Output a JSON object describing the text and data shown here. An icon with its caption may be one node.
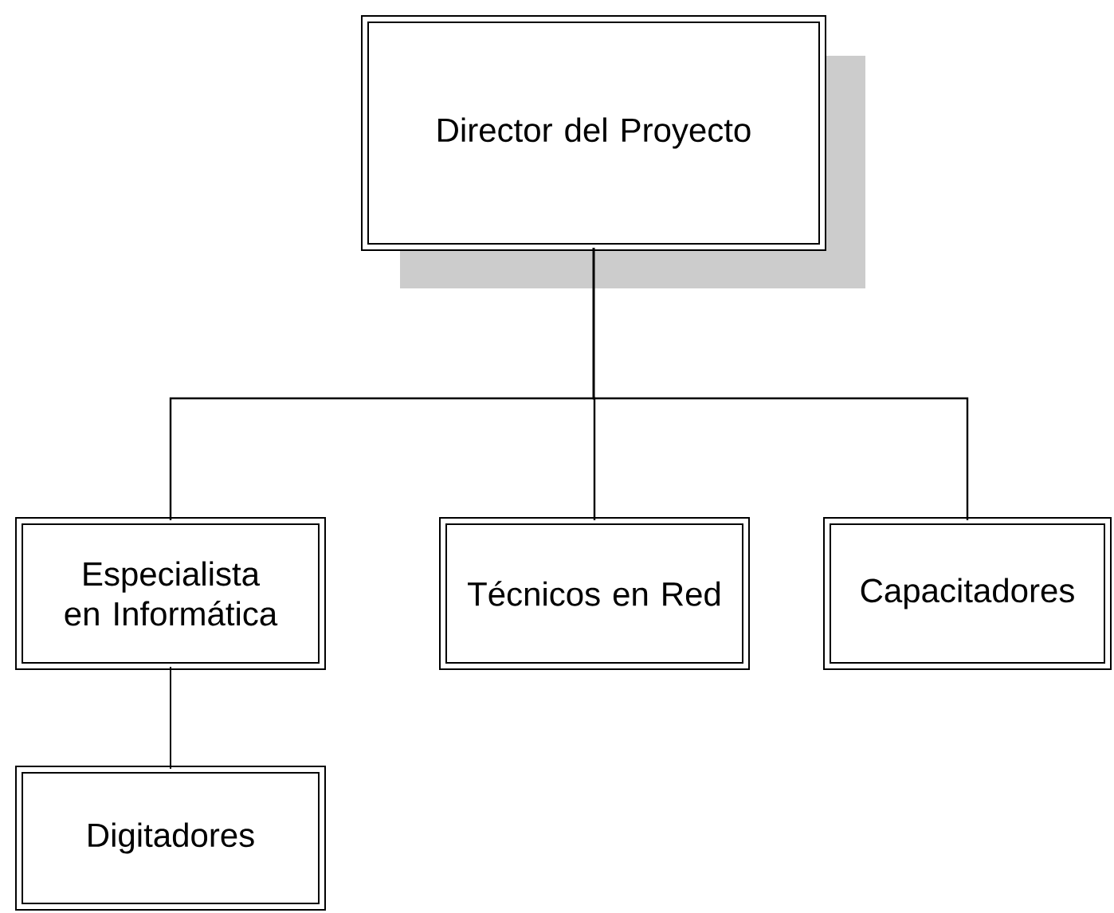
{
  "diagram": {
    "nodes": [
      {
        "text": [
          "Director del Proyecto"
        ]
      },
      {
        "text": [
          "Especialista en Informática"
        ]
      },
      {
        "text": [
          "Técnicos en Red"
        ]
      },
      {
        "text": [
          "Capacitadores"
        ]
      },
      {
        "text": [
          "Digitadores"
        ]
      }
    ],
    "edges": [
      {
        "from": 0,
        "to": 1,
        "arrow": "none"
      },
      {
        "from": 0,
        "to": 2,
        "arrow": "none"
      },
      {
        "from": 0,
        "to": 3,
        "arrow": "none"
      },
      {
        "from": 1,
        "to": 4,
        "arrow": "none"
      }
    ]
  }
}
